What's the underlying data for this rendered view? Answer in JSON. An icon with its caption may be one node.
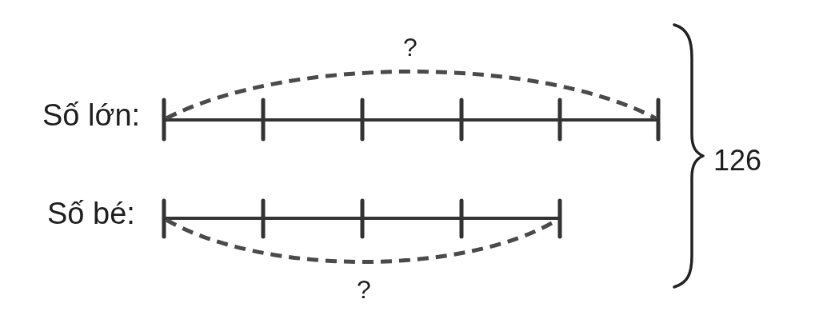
{
  "diagram": {
    "labels": [
      "?",
      "Số lớn:",
      "126",
      "Số bé:",
      "?"
    ]
  }
}
